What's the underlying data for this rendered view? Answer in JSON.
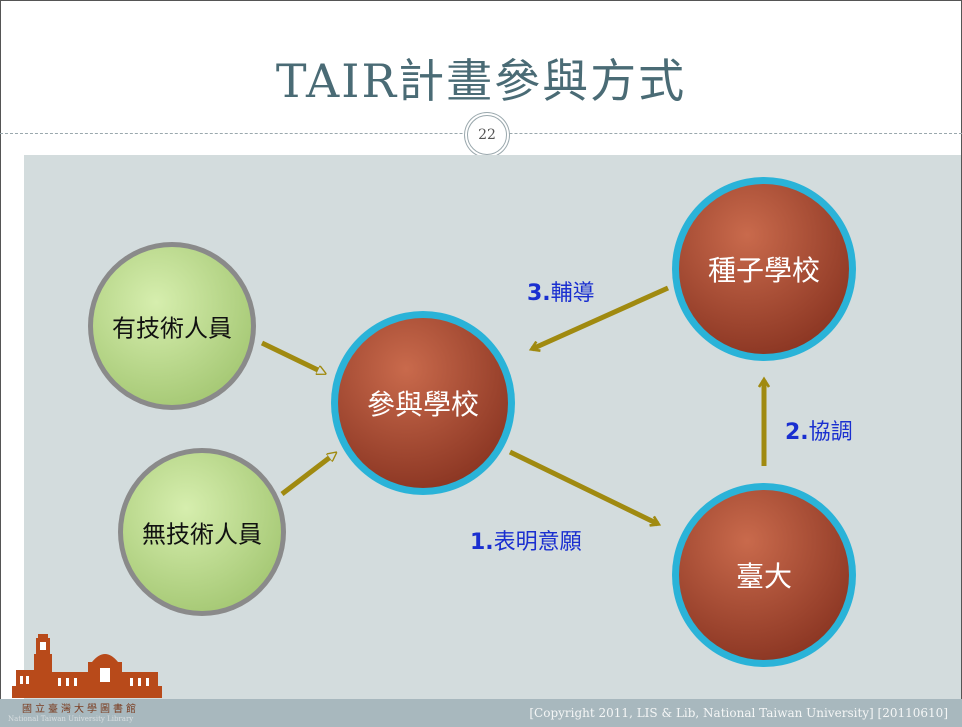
{
  "title": "TAIR計畫參與方式",
  "page_number": "22",
  "nodes": {
    "has_tech": "有技術人員",
    "no_tech": "無技術人員",
    "participant_school": "參與學校",
    "seed_school": "種子學校",
    "ntu": "臺大"
  },
  "steps": {
    "step1_num": "1.",
    "step1_text": "表明意願",
    "step2_num": "2.",
    "step2_text": "協調",
    "step3_num": "3.",
    "step3_text": "輔導"
  },
  "footer": {
    "copyright": "[Copyright 2011, LIS & Lib, National Taiwan University]     [20110610]",
    "logo_name": "國立臺灣大學圖書館",
    "logo_sub": "National Taiwan University Library"
  },
  "colors": {
    "green_node": "#b8d88a",
    "red_node": "#b2553a",
    "ring_blue": "#2ab3d8",
    "arrow_olive": "#a08a10",
    "label_blue": "#1a2fd0"
  }
}
